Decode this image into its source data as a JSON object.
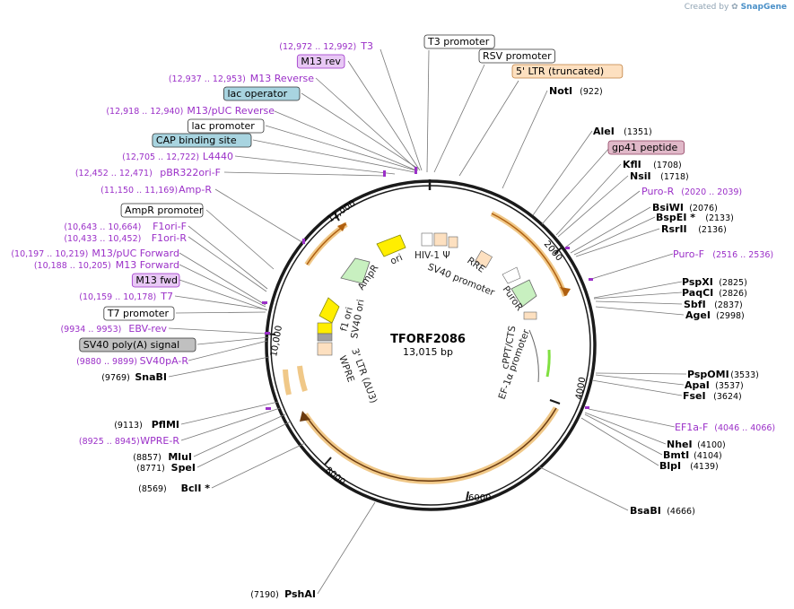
{
  "watermark": {
    "created_by": "Created by",
    "brand": "SnapGene"
  },
  "plasmid": {
    "name": "TFORF2086",
    "size": "13,015 bp"
  },
  "colors": {
    "ring": "#1a1a1a",
    "site_text": "#000000",
    "feature_text": "#9b30c8",
    "leader": "#777777",
    "arrow_outline": "#ff9800",
    "arrow_fill": "#f0c888"
  },
  "ring_ticks": [
    "2000",
    "4000",
    "6000",
    "8000",
    "10,000",
    "12,000"
  ],
  "left_labels": [
    {
      "coords": "(12,972 .. 12,992)",
      "name": "T3",
      "kind": "feature"
    },
    {
      "name": "M13 rev",
      "kind": "box",
      "fill": "#e8c8f5",
      "stroke": "#9b30c8"
    },
    {
      "coords": "(12,937 .. 12,953)",
      "name": "M13 Reverse",
      "kind": "feature"
    },
    {
      "name": "lac operator",
      "kind": "box",
      "fill": "#a8d4e0",
      "stroke": "#333333"
    },
    {
      "coords": "(12,918 .. 12,940)",
      "name": "M13/pUC Reverse",
      "kind": "feature"
    },
    {
      "name": "lac promoter",
      "kind": "box",
      "fill": "#ffffff",
      "stroke": "#333333"
    },
    {
      "name": "CAP binding site",
      "kind": "box",
      "fill": "#a8d4e0",
      "stroke": "#333333"
    },
    {
      "coords": "(12,705 .. 12,722)",
      "name": "L4440",
      "kind": "feature"
    },
    {
      "coords": "(12,452 .. 12,471)",
      "name": "pBR322ori-F",
      "kind": "feature"
    },
    {
      "coords": "(11,150 .. 11,169)",
      "name": "Amp-R",
      "kind": "feature"
    },
    {
      "name": "AmpR promoter",
      "kind": "box",
      "fill": "#ffffff",
      "stroke": "#333333"
    },
    {
      "coords": "(10,643 .. 10,664)",
      "name": "F1ori-F",
      "kind": "feature"
    },
    {
      "coords": "(10,433 .. 10,452)",
      "name": "F1ori-R",
      "kind": "feature"
    },
    {
      "coords": "(10,197 .. 10,219)",
      "name": "M13/pUC Forward",
      "kind": "feature"
    },
    {
      "coords": "(10,188 .. 10,205)",
      "name": "M13 Forward",
      "kind": "feature"
    },
    {
      "name": "M13 fwd",
      "kind": "box",
      "fill": "#e8c8f5",
      "stroke": "#9b30c8"
    },
    {
      "coords": "(10,159 .. 10,178)",
      "name": "T7",
      "kind": "feature"
    },
    {
      "name": "T7 promoter",
      "kind": "box",
      "fill": "#ffffff",
      "stroke": "#333333"
    },
    {
      "coords": "(9934 .. 9953)",
      "name": "EBV-rev",
      "kind": "feature"
    },
    {
      "name": "SV40 poly(A) signal",
      "kind": "box",
      "fill": "#c0c0c0",
      "stroke": "#333333"
    },
    {
      "coords": "(9880 .. 9899)",
      "name": "SV40pA-R",
      "kind": "feature"
    },
    {
      "coords": "(9769)",
      "name": "SnaBI",
      "kind": "site"
    },
    {
      "coords": "(9113)",
      "name": "PflMI",
      "kind": "site"
    },
    {
      "coords": "(8925 .. 8945)",
      "name": "WPRE-R",
      "kind": "feature"
    },
    {
      "coords": "(8857)",
      "name": "MluI",
      "kind": "site"
    },
    {
      "coords": "(8771)",
      "name": "SpeI",
      "kind": "site"
    },
    {
      "coords": "(8569)",
      "name": "BclI *",
      "kind": "site"
    },
    {
      "coords": "(7190)",
      "name": "PshAI",
      "kind": "site"
    }
  ],
  "top_labels": [
    {
      "name": "T3 promoter",
      "kind": "box",
      "fill": "#ffffff",
      "stroke": "#333333"
    },
    {
      "name": "RSV promoter",
      "kind": "box",
      "fill": "#ffffff",
      "stroke": "#333333"
    },
    {
      "name": "5' LTR (truncated)",
      "kind": "box",
      "fill": "#fde0c0",
      "stroke": "#c08040"
    }
  ],
  "right_labels": [
    {
      "name": "NotI",
      "coords": "(922)",
      "kind": "site"
    },
    {
      "name": "AleI",
      "coords": "(1351)",
      "kind": "site"
    },
    {
      "name": "gp41 peptide",
      "kind": "box",
      "fill": "#e0b8c8",
      "stroke": "#904060"
    },
    {
      "name": "KflI",
      "coords": "(1708)",
      "kind": "site"
    },
    {
      "name": "NsiI",
      "coords": "(1718)",
      "kind": "site"
    },
    {
      "name": "Puro-R",
      "coords": "(2020 .. 2039)",
      "kind": "feature"
    },
    {
      "name": "BsiWI",
      "coords": "(2076)",
      "kind": "site"
    },
    {
      "name": "BspEI *",
      "coords": "(2133)",
      "kind": "site"
    },
    {
      "name": "RsrII",
      "coords": "(2136)",
      "kind": "site"
    },
    {
      "name": "Puro-F",
      "coords": "(2516 .. 2536)",
      "kind": "feature"
    },
    {
      "name": "PspXI",
      "coords": "(2825)",
      "kind": "site"
    },
    {
      "name": "PaqCI",
      "coords": "(2826)",
      "kind": "site"
    },
    {
      "name": "SbfI",
      "coords": "(2837)",
      "kind": "site"
    },
    {
      "name": "AgeI",
      "coords": "(2998)",
      "kind": "site"
    },
    {
      "name": "PspOMI",
      "coords": "(3533)",
      "kind": "site"
    },
    {
      "name": "ApaI",
      "coords": "(3537)",
      "kind": "site"
    },
    {
      "name": "FseI",
      "coords": "(3624)",
      "kind": "site"
    },
    {
      "name": "EF1a-F",
      "coords": "(4046 .. 4066)",
      "kind": "feature"
    },
    {
      "name": "NheI",
      "coords": "(4100)",
      "kind": "site"
    },
    {
      "name": "BmtI",
      "coords": "(4104)",
      "kind": "site"
    },
    {
      "name": "BlpI",
      "coords": "(4139)",
      "kind": "site"
    },
    {
      "name": "BsaBI",
      "coords": "(4666)",
      "kind": "site"
    }
  ],
  "inner_labels": [
    "ori",
    "AmpR",
    "f1 ori",
    "SV40 ori",
    "3' LTR (ΔU3)",
    "WPRE",
    "HIV-1 Ψ",
    "RRE",
    "SV40 promoter",
    "PuroR",
    "cPPT/CTS",
    "EF-1α promoter"
  ]
}
